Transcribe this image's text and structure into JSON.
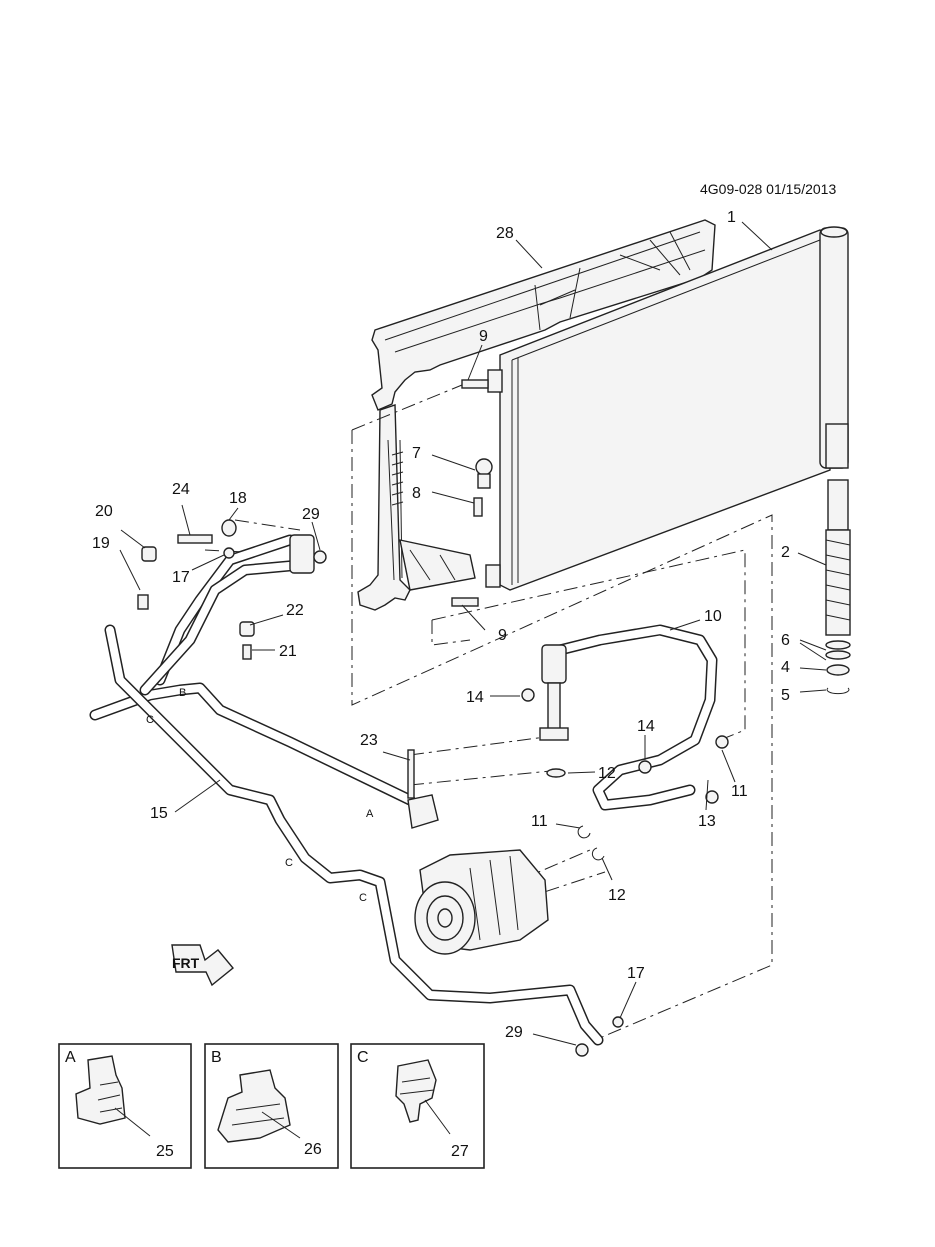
{
  "header": {
    "code": "4G09-028 01/15/2013"
  },
  "callouts": {
    "c1": "1",
    "c2": "2",
    "c4": "4",
    "c5": "5",
    "c6": "6",
    "c7": "7",
    "c8": "8",
    "c9a": "9",
    "c9b": "9",
    "c10": "10",
    "c11a": "11",
    "c11b": "11",
    "c12a": "12",
    "c12b": "12",
    "c13": "13",
    "c14a": "14",
    "c14b": "14",
    "c15": "15",
    "c17a": "17",
    "c17b": "17",
    "c18": "18",
    "c19": "19",
    "c20": "20",
    "c21": "21",
    "c22": "22",
    "c23": "23",
    "c24": "24",
    "c28": "28",
    "c29a": "29",
    "c29b": "29"
  },
  "hose_markers": {
    "a": "A",
    "b": "B",
    "c1": "C",
    "c2": "C",
    "c3": "C"
  },
  "front_arrow": {
    "label": "FRT"
  },
  "detail_views": [
    {
      "letter": "A",
      "part": "25"
    },
    {
      "letter": "B",
      "part": "26"
    },
    {
      "letter": "C",
      "part": "27"
    }
  ]
}
